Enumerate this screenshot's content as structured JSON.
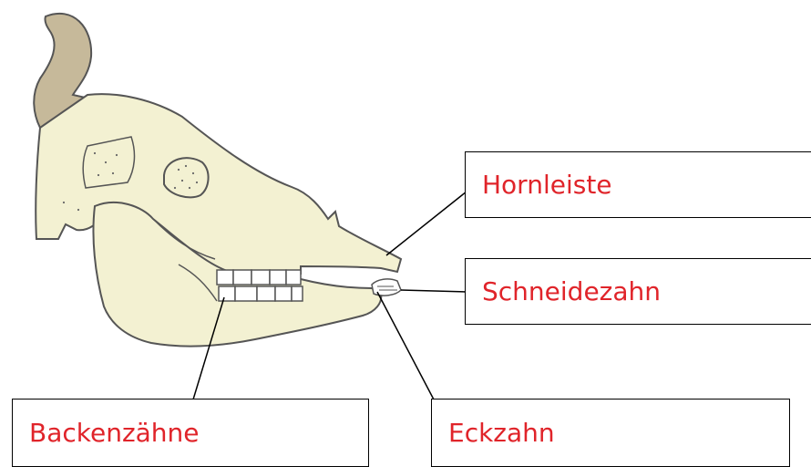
{
  "labels": {
    "hornleiste": "Hornleiste",
    "schneidezahn": "Schneidezahn",
    "backenzaehne": "Backenzähne",
    "eckzahn": "Eckzahn"
  },
  "colors": {
    "label_text": "#e0242a",
    "bone": "#f3f1d2",
    "horn": "#c6b99a",
    "outline": "#555555",
    "leader": "#000000"
  },
  "icons": {
    "skull": "cattle-skull-illustration",
    "horn": "horn-icon"
  }
}
